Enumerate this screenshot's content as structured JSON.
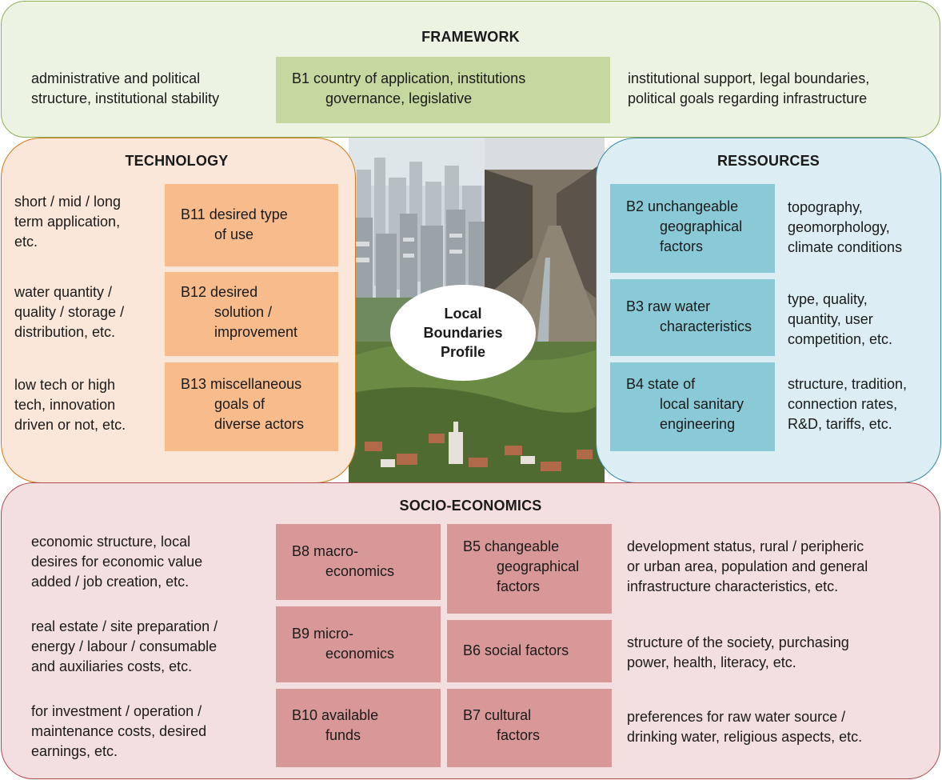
{
  "framework": {
    "title": "FRAMEWORK",
    "left_text": [
      "administrative and political",
      "structure, institutional stability"
    ],
    "box": {
      "code": "B1",
      "line1": "country of application, institutions",
      "line2": "governance, legislative"
    },
    "right_text": [
      "institutional support, legal boundaries,",
      "political goals regarding infrastructure"
    ]
  },
  "technology": {
    "title": "TECHNOLOGY",
    "rows": [
      {
        "desc": [
          "short / mid / long",
          "term application,",
          "etc."
        ],
        "code": "B11",
        "lines": [
          "desired type",
          "of use"
        ]
      },
      {
        "desc": [
          "water quantity /",
          "quality / storage /",
          "distribution, etc."
        ],
        "code": "B12",
        "lines": [
          "desired",
          "solution /",
          "improvement"
        ]
      },
      {
        "desc": [
          "low tech or high",
          "tech, innovation",
          "driven or not, etc."
        ],
        "code": "B13",
        "lines": [
          "miscellaneous",
          "goals of",
          "diverse actors"
        ]
      }
    ]
  },
  "resources": {
    "title": "RESSOURCES",
    "rows": [
      {
        "code": "B2",
        "lines": [
          "unchangeable",
          "geographical",
          "factors"
        ],
        "desc": [
          "topography,",
          "geomorphology,",
          "climate conditions"
        ]
      },
      {
        "code": "B3",
        "lines": [
          "raw water",
          "characteristics"
        ],
        "desc": [
          "type, quality,",
          "quantity, user",
          "competition, etc."
        ]
      },
      {
        "code": "B4",
        "lines": [
          "state of",
          "local sanitary",
          "engineering"
        ],
        "desc": [
          "structure, tradition,",
          "connection rates,",
          "R&D, tariffs, etc."
        ]
      }
    ]
  },
  "center": {
    "lines": [
      "Local",
      "Boundaries",
      "Profile"
    ]
  },
  "socio": {
    "title": "SOCIO-ECONOMICS",
    "left": [
      [
        "economic structure, local",
        "desires for economic value",
        "added / job creation, etc."
      ],
      [
        "real estate / site preparation /",
        "energy / labour / consumable",
        "and auxiliaries costs, etc."
      ],
      [
        "for investment / operation /",
        "maintenance costs, desired",
        "earnings, etc."
      ]
    ],
    "mid_boxes": [
      {
        "code": "B8",
        "lines": [
          "macro-",
          "economics"
        ]
      },
      {
        "code": "B9",
        "lines": [
          "micro-",
          "economics"
        ]
      },
      {
        "code": "B10",
        "lines": [
          "available",
          "funds"
        ]
      }
    ],
    "right_boxes": [
      {
        "code": "B5",
        "lines": [
          "changeable",
          "geographical",
          "factors"
        ]
      },
      {
        "code": "B6",
        "lines": [
          "social factors"
        ]
      },
      {
        "code": "B7",
        "lines": [
          "cultural",
          "factors"
        ]
      }
    ],
    "right": [
      [
        "development status, rural / peripheric",
        "or urban area, population and general",
        "infrastructure characteristics, etc."
      ],
      [
        "structure of the society, purchasing",
        "power, health, literacy, etc."
      ],
      [
        "preferences for raw water source /",
        "drinking water, religious aspects, etc."
      ]
    ]
  },
  "colors": {
    "framework": "#8fb05a",
    "technology": "#d07a1a",
    "resources": "#3a8aa5",
    "socio": "#b04a54"
  }
}
